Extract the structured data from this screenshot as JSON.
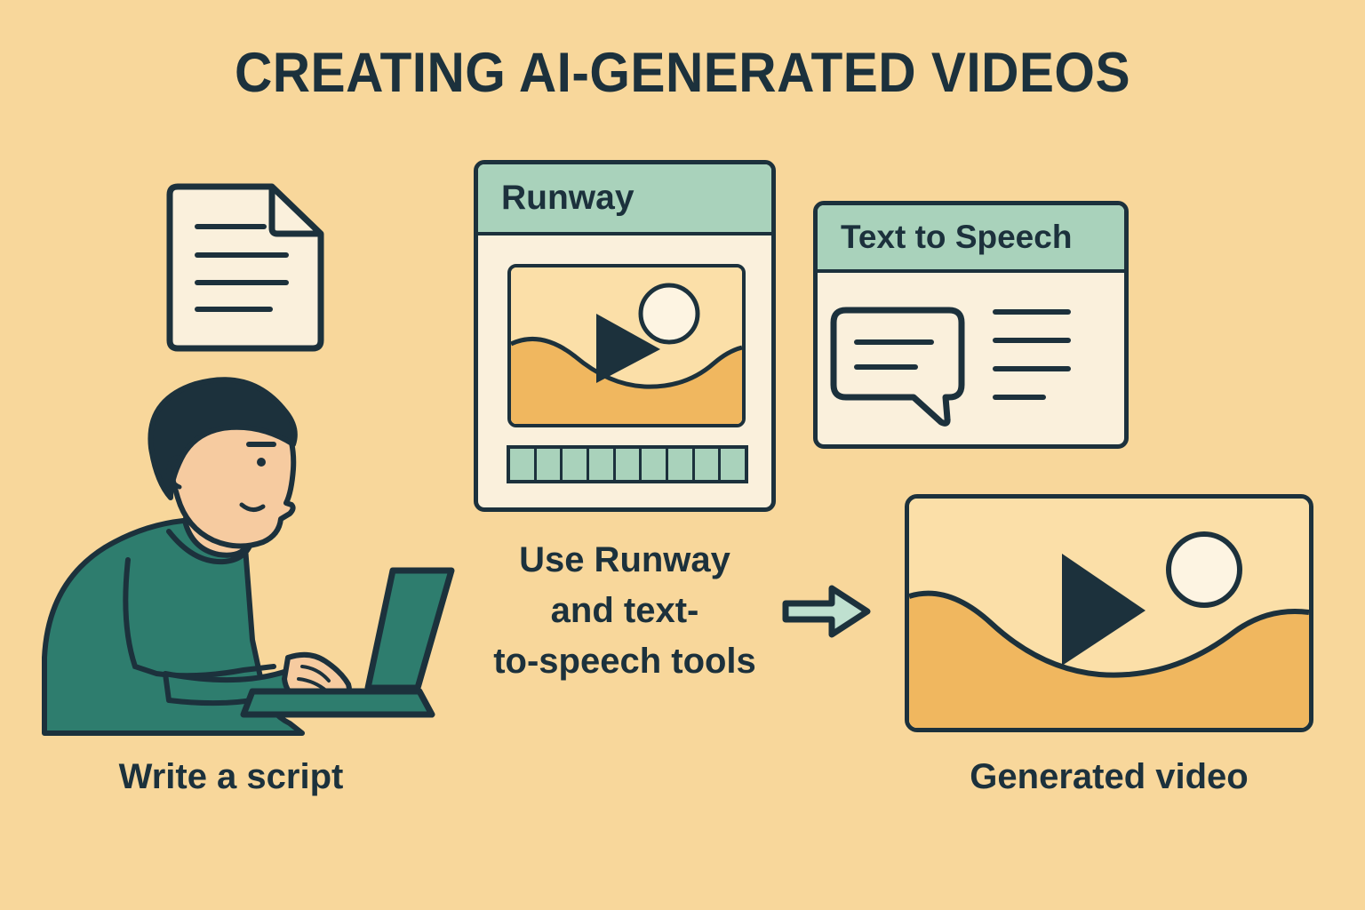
{
  "page": {
    "title": "CREATING AI-GENERATED VIDEOS",
    "background_color": "#F8D79B"
  },
  "colors": {
    "background": "#F8D79B",
    "ink": "#1C313C",
    "mint": "#A9D2BB",
    "cream": "#FAF0DC",
    "orange": "#F0B75F",
    "sky": "#FBDFA8",
    "teal": "#2E7D6E",
    "skin": "#F6CBA0",
    "sun": "#FDF4E2"
  },
  "steps": {
    "script": {
      "icon": "document-icon",
      "label": "Write a script",
      "doc_lines": 4
    },
    "tools": {
      "caption_lines": [
        "Use Runway",
        "and text-",
        "to-speech tools"
      ],
      "caption_full": "Use Runway and text-to-speech tools",
      "runway": {
        "title": "Runway",
        "preview_icon": "video-preview-icon",
        "timeline_cells": 9
      },
      "tts": {
        "title": "Text to Speech",
        "bubble_icon": "speech-bubble-icon",
        "bubble_lines": 2,
        "text_lines": 4
      }
    },
    "arrow": {
      "icon": "right-arrow-icon",
      "fill": "#BFE0D0"
    },
    "output": {
      "label": "Generated video",
      "thumbnail_icon": "play-video-thumbnail-icon"
    }
  },
  "illustration": {
    "person": "person-typing-on-laptop",
    "device": "laptop-icon"
  }
}
